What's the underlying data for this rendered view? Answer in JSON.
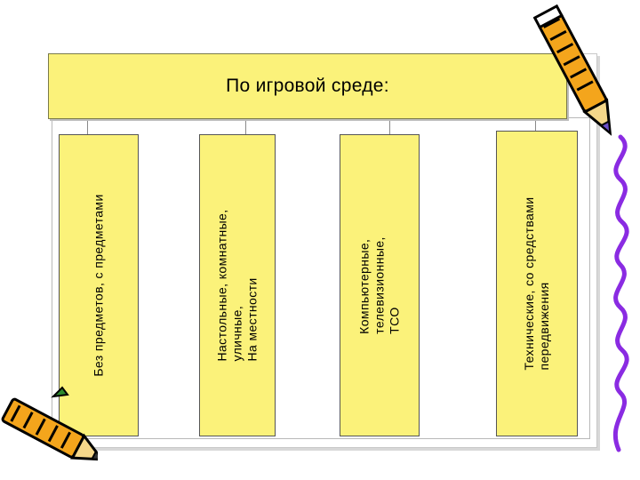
{
  "slide": {
    "title": "По игровой среде:",
    "categories": [
      {
        "text": "Без предметов, с предметами"
      },
      {
        "text": "Настольные, комнатные,\nуличные,\nНа местности"
      },
      {
        "text": "Компьютерные,\nтелевизионные,\nТСО"
      },
      {
        "text": "Технические, со средствами\nпередвижения"
      }
    ]
  },
  "colors": {
    "box_fill": "#fbf27a",
    "box_border": "#555555",
    "connector": "#8a8a8a"
  },
  "decorations": {
    "top_right": "pencil-icon",
    "bottom_left": "pencil-icon",
    "right_edge": "squiggle-line-icon"
  }
}
